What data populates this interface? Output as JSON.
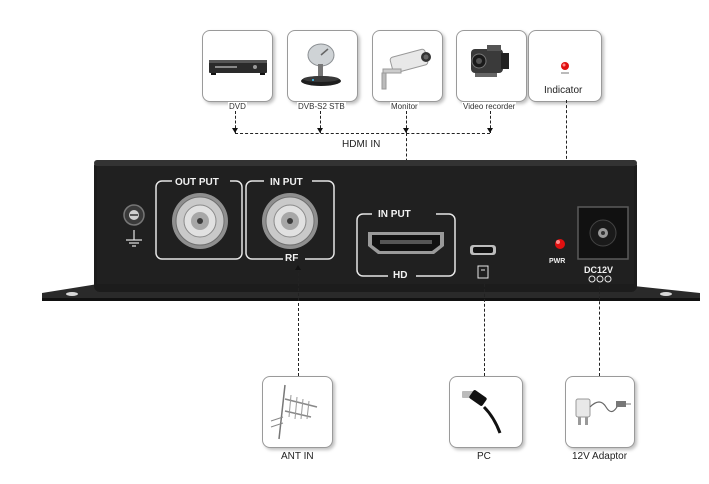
{
  "top_devices": [
    {
      "label": "DVD",
      "icon": "dvd-player-icon"
    },
    {
      "label": "DVB-S2 STB",
      "icon": "satellite-dish-icon"
    },
    {
      "label": "Monitor",
      "icon": "security-camera-icon"
    },
    {
      "label": "Video recorder",
      "icon": "camcorder-icon"
    }
  ],
  "indicator": {
    "label": "Indicator",
    "icon": "led-indicator-icon"
  },
  "hdmi_in_label": "HDMI IN",
  "device_panel": {
    "output_label": "OUT PUT",
    "input_label": "IN PUT",
    "rf_label": "RF",
    "hdmi_input_label": "IN PUT",
    "hd_label": "HD",
    "pwr_label": "PWR",
    "dc_label": "DC12V",
    "colors": {
      "body": "#1c1c1c",
      "led": "#e01010",
      "legend": "#e6e6e6"
    }
  },
  "bottom_devices": [
    {
      "label": "ANT IN",
      "icon": "antenna-icon"
    },
    {
      "label": "PC",
      "icon": "usb-cable-icon"
    },
    {
      "label": "12V Adaptor",
      "icon": "power-adapter-icon"
    }
  ]
}
